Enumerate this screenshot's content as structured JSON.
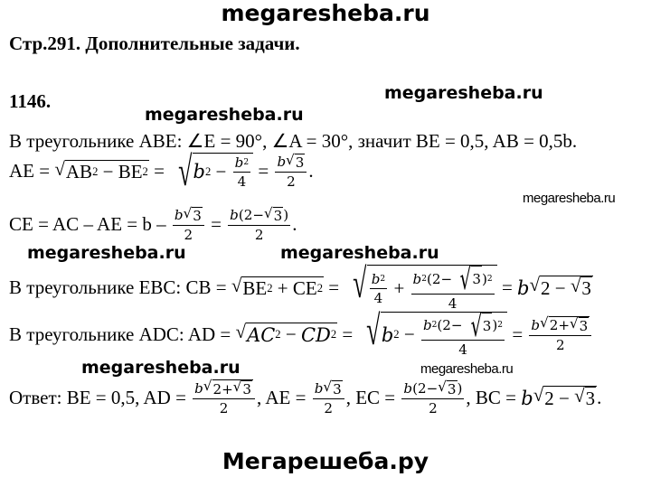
{
  "header": {
    "site": "megaresheba.ru"
  },
  "page_title": "Стр.291. Дополнительные задачи.",
  "task_number": "1146.",
  "watermarks": [
    "megaresheba.ru",
    "megaresheba.ru",
    "megaresheba.ru",
    "megaresheba.ru",
    "megaresheba.ru",
    "megaresheba.ru",
    "megaresheba.ru"
  ],
  "lines": [
    [
      "В треугольнике ABE: ∠E = 90°, ∠A = 30°, значит BE = 0,5, AB = 0,5b."
    ],
    [
      "AE = ",
      {
        "sqrt": [
          "AB",
          {
            "sup": "2"
          },
          " − BE",
          {
            "sup": "2"
          }
        ]
      },
      " = ",
      {
        "sqrt": [
          {
            "i": "b"
          },
          {
            "sup": "2"
          },
          " − ",
          {
            "frac": {
              "n": [
                {
                  "i": "b"
                },
                {
                  "sup": "2"
                }
              ],
              "d": [
                "4"
              ]
            }
          }
        ],
        "tall": true
      },
      " = ",
      {
        "frac": {
          "n": [
            {
              "i": "b"
            },
            {
              "sqrt": [
                "3"
              ]
            }
          ],
          "d": [
            "2"
          ]
        }
      },
      "."
    ],
    [
      "CE = AC – AE = b – ",
      {
        "frac": {
          "n": [
            {
              "i": "b"
            },
            {
              "sqrt": [
                "3"
              ]
            }
          ],
          "d": [
            "2"
          ]
        }
      },
      " = ",
      {
        "frac": {
          "n": [
            {
              "i": "b"
            },
            "(2−",
            {
              "sqrt": [
                "3"
              ]
            },
            ")"
          ],
          "d": [
            "2"
          ]
        }
      },
      "."
    ],
    [
      "В треугольнике EBC: CB = ",
      {
        "sqrt": [
          "BE",
          {
            "sup": "2"
          },
          " + CE",
          {
            "sup": "2"
          }
        ]
      },
      " = ",
      {
        "sqrt": [
          {
            "frac": {
              "n": [
                {
                  "i": "b"
                },
                {
                  "sup": "2"
                }
              ],
              "d": [
                "4"
              ]
            }
          },
          " + ",
          {
            "frac": {
              "n": [
                {
                  "i": "b"
                },
                {
                  "sup": "2"
                },
                "(2−",
                {
                  "sqrt": [
                    "3"
                  ]
                },
                ")",
                {
                  "sup": "2"
                }
              ],
              "d": [
                "4"
              ]
            }
          }
        ],
        "tall": true
      },
      " = ",
      {
        "i": "b"
      },
      {
        "sqrt": [
          "2 − ",
          {
            "sqrt": [
              "3"
            ]
          }
        ]
      }
    ],
    [
      "В треугольнике ADC: AD = ",
      {
        "sqrt": [
          {
            "i": "AC"
          },
          {
            "sup": "2"
          },
          " − ",
          {
            "i": "CD"
          },
          {
            "sup": "2"
          }
        ]
      },
      " = ",
      {
        "sqrt": [
          {
            "i": "b"
          },
          {
            "sup": "2"
          },
          " − ",
          {
            "frac": {
              "n": [
                {
                  "i": "b"
                },
                {
                  "sup": "2"
                },
                "(2−",
                {
                  "sqrt": [
                    "3"
                  ]
                },
                ")",
                {
                  "sup": "2"
                }
              ],
              "d": [
                "4"
              ]
            }
          }
        ],
        "tall": true
      },
      " = ",
      {
        "frac": {
          "n": [
            {
              "i": "b"
            },
            {
              "sqrt": [
                "2+",
                {
                  "sqrt": [
                    "3"
                  ]
                }
              ]
            }
          ],
          "d": [
            "2"
          ]
        }
      }
    ],
    [
      "Ответ: BE = 0,5, AD = ",
      {
        "frac": {
          "n": [
            {
              "i": "b"
            },
            {
              "sqrt": [
                "2+",
                {
                  "sqrt": [
                    "3"
                  ]
                }
              ]
            }
          ],
          "d": [
            "2"
          ]
        }
      },
      ", AE = ",
      {
        "frac": {
          "n": [
            {
              "i": "b"
            },
            {
              "sqrt": [
                "3"
              ]
            }
          ],
          "d": [
            "2"
          ]
        }
      },
      ", EC = ",
      {
        "frac": {
          "n": [
            {
              "i": "b"
            },
            "(2−",
            {
              "sqrt": [
                "3"
              ]
            },
            ")"
          ],
          "d": [
            "2"
          ]
        }
      },
      ", BC = ",
      {
        "i": "b"
      },
      {
        "sqrt": [
          "2 − ",
          {
            "sqrt": [
              "3"
            ]
          }
        ]
      },
      "."
    ]
  ],
  "footer": {
    "site": "Мегарешеба.ру"
  }
}
